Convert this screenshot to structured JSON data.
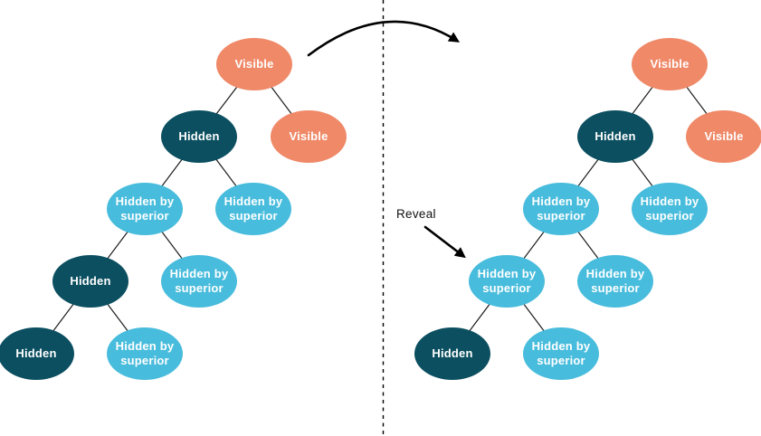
{
  "diagram": {
    "description_type": "binary-tree-visibility-before-after",
    "palette": {
      "visible_fill": "#EF8968",
      "hidden_fill": "#0B4F60",
      "hidden_by_superior_fill": "#48BCDC",
      "node_text": "#FFFFFF",
      "annotation_text": "#111111",
      "edge_line": "#1A1A1A",
      "divider_line": "#000000"
    },
    "reveal_annotation": {
      "label": "Reveal"
    },
    "left_tree": {
      "nodes": [
        {
          "label": "Visible",
          "state": "visible"
        },
        {
          "label": "Hidden",
          "state": "hidden"
        },
        {
          "label": "Visible",
          "state": "visible"
        },
        {
          "label": "Hidden by superior",
          "state": "hidden-by-superior"
        },
        {
          "label": "Hidden by superior",
          "state": "hidden-by-superior"
        },
        {
          "label": "Hidden",
          "state": "hidden"
        },
        {
          "label": "Hidden by superior",
          "state": "hidden-by-superior"
        },
        {
          "label": "Hidden",
          "state": "hidden"
        },
        {
          "label": "Hidden by superior",
          "state": "hidden-by-superior"
        }
      ],
      "edges": [
        [
          0,
          1
        ],
        [
          0,
          2
        ],
        [
          1,
          3
        ],
        [
          1,
          4
        ],
        [
          3,
          5
        ],
        [
          3,
          6
        ],
        [
          5,
          7
        ],
        [
          5,
          8
        ]
      ]
    },
    "right_tree": {
      "nodes": [
        {
          "label": "Visible",
          "state": "visible"
        },
        {
          "label": "Hidden",
          "state": "hidden"
        },
        {
          "label": "Visible",
          "state": "visible"
        },
        {
          "label": "Hidden by superior",
          "state": "hidden-by-superior"
        },
        {
          "label": "Hidden by superior",
          "state": "hidden-by-superior"
        },
        {
          "label": "Hidden by superior",
          "state": "hidden-by-superior"
        },
        {
          "label": "Hidden by superior",
          "state": "hidden-by-superior"
        },
        {
          "label": "Hidden",
          "state": "hidden"
        },
        {
          "label": "Hidden by superior",
          "state": "hidden-by-superior"
        }
      ],
      "edges": [
        [
          0,
          1
        ],
        [
          0,
          2
        ],
        [
          1,
          3
        ],
        [
          1,
          4
        ],
        [
          3,
          5
        ],
        [
          3,
          6
        ],
        [
          5,
          7
        ],
        [
          5,
          8
        ]
      ]
    }
  }
}
